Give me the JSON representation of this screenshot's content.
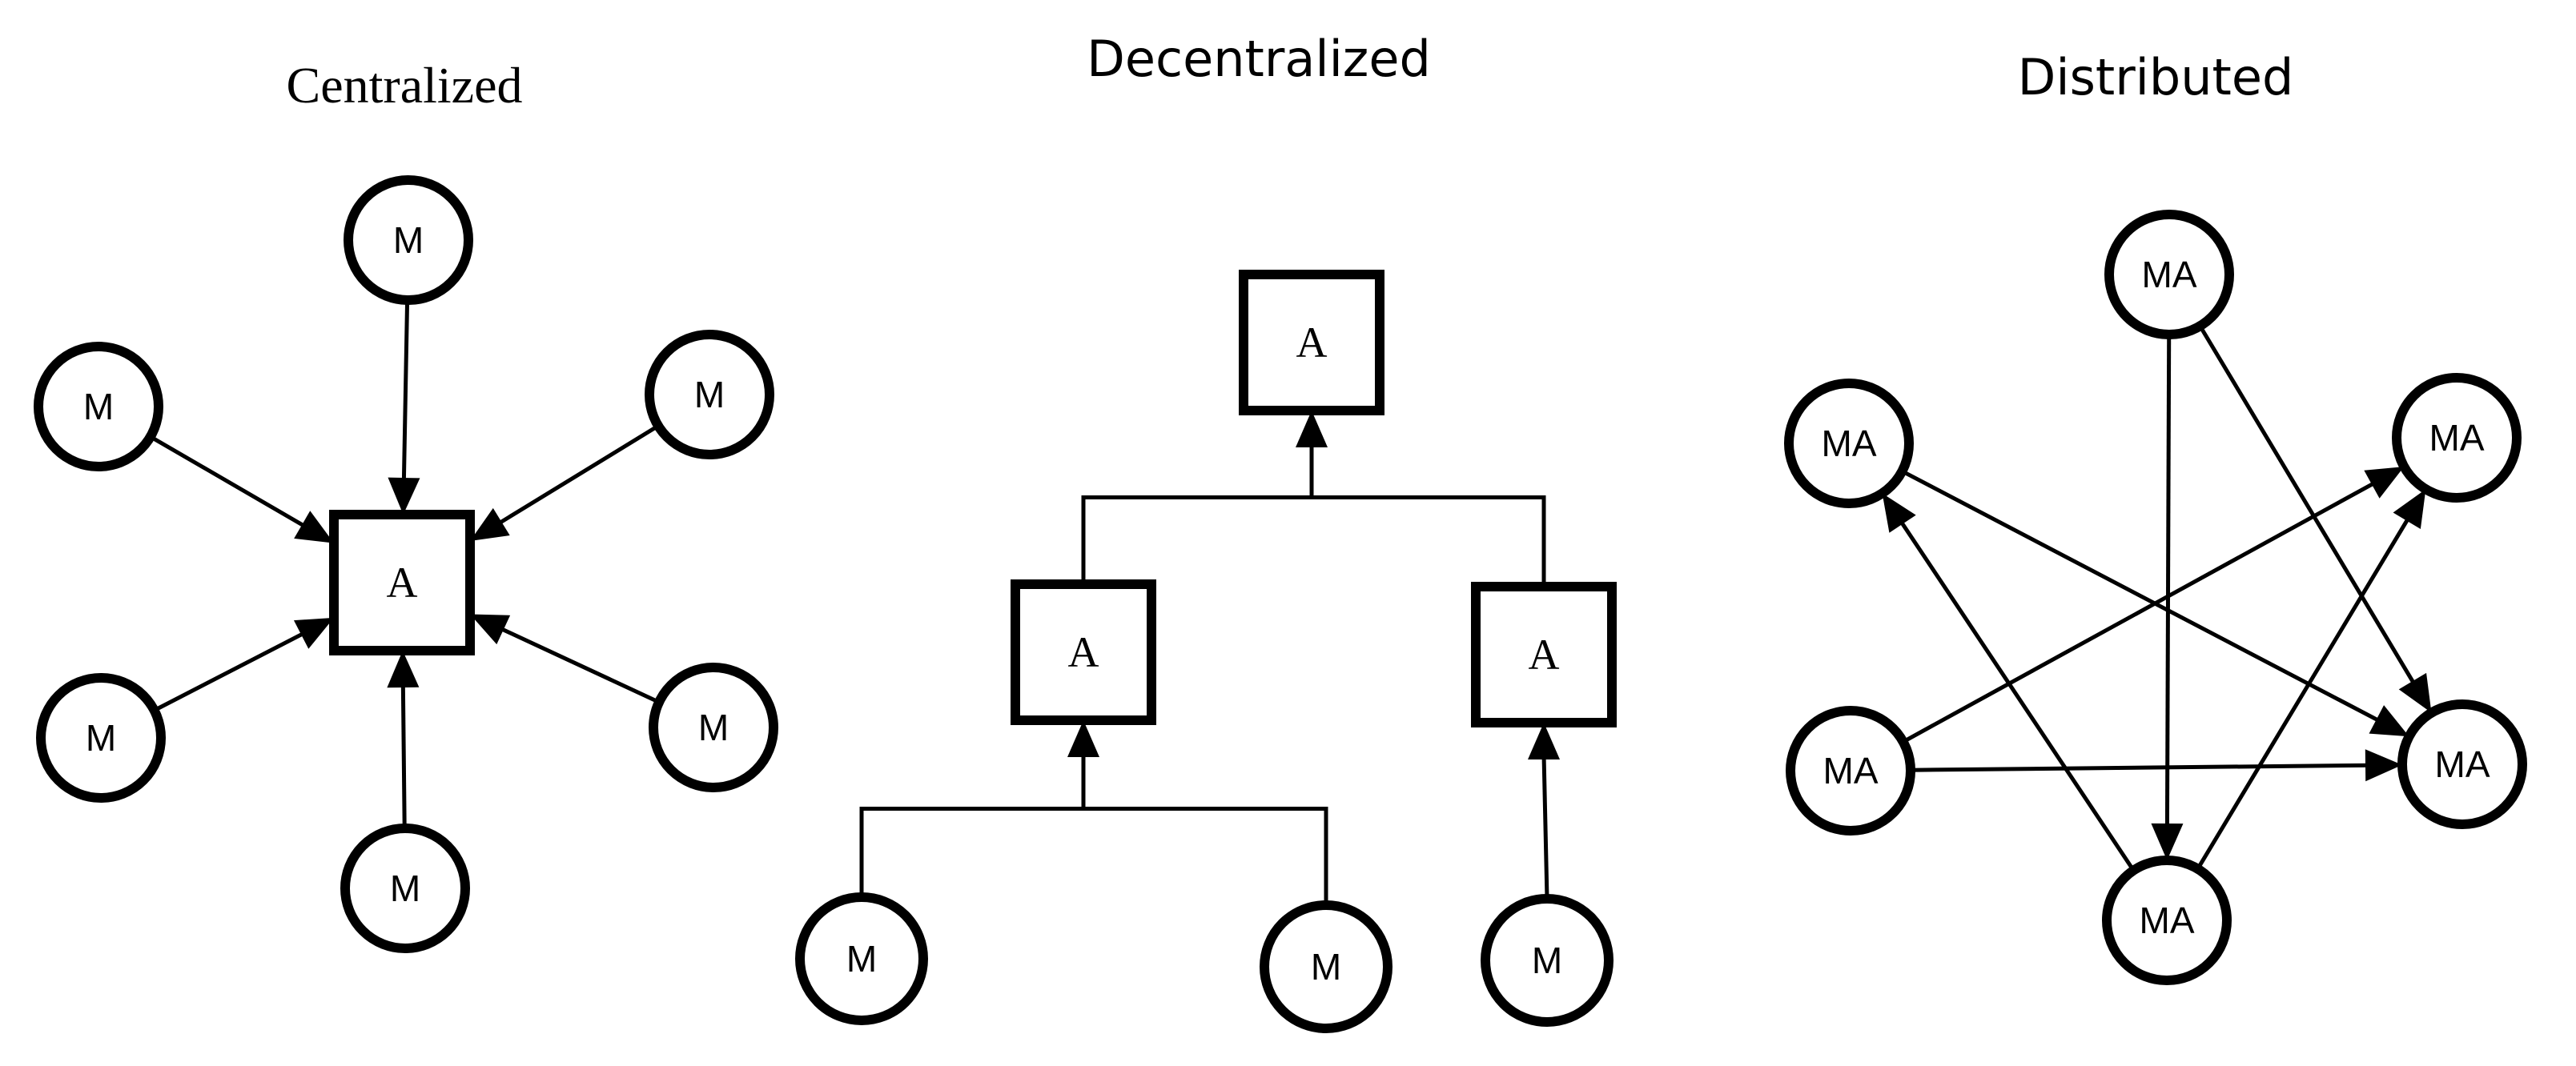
{
  "colors": {
    "stroke": "#000000",
    "background": "#ffffff"
  },
  "panels": [
    {
      "id": "centralized",
      "title": "Centralized",
      "title_style": "serif",
      "nodes": [
        {
          "id": "c_a",
          "shape": "box",
          "label": "A",
          "label_style": "serif"
        },
        {
          "id": "c_m1",
          "shape": "circle",
          "label": "M"
        },
        {
          "id": "c_m2",
          "shape": "circle",
          "label": "M"
        },
        {
          "id": "c_m3",
          "shape": "circle",
          "label": "M"
        },
        {
          "id": "c_m4",
          "shape": "circle",
          "label": "M"
        },
        {
          "id": "c_m5",
          "shape": "circle",
          "label": "M"
        },
        {
          "id": "c_m6",
          "shape": "circle",
          "label": "M"
        }
      ],
      "edges": [
        {
          "from": "c_m1",
          "to": "c_a"
        },
        {
          "from": "c_m2",
          "to": "c_a"
        },
        {
          "from": "c_m3",
          "to": "c_a"
        },
        {
          "from": "c_m4",
          "to": "c_a"
        },
        {
          "from": "c_m5",
          "to": "c_a"
        },
        {
          "from": "c_m6",
          "to": "c_a"
        }
      ]
    },
    {
      "id": "decentralized",
      "title": "Decentralized",
      "title_style": "sans",
      "nodes": [
        {
          "id": "d_top",
          "shape": "box",
          "label": "A",
          "label_style": "serif"
        },
        {
          "id": "d_left",
          "shape": "box",
          "label": "A",
          "label_style": "serif"
        },
        {
          "id": "d_right",
          "shape": "box",
          "label": "A",
          "label_style": "serif"
        },
        {
          "id": "d_m1",
          "shape": "circle",
          "label": "M"
        },
        {
          "id": "d_m2",
          "shape": "circle",
          "label": "M"
        },
        {
          "id": "d_m3",
          "shape": "circle",
          "label": "M"
        }
      ],
      "edges": [
        {
          "from": [
            "d_left",
            "d_right"
          ],
          "to": "d_top"
        },
        {
          "from": [
            "d_m1",
            "d_m2"
          ],
          "to": "d_left"
        },
        {
          "from": [
            "d_m3"
          ],
          "to": "d_right"
        }
      ]
    },
    {
      "id": "distributed",
      "title": "Distributed",
      "title_style": "sans",
      "nodes": [
        {
          "id": "x_top",
          "shape": "circle",
          "label": "MA"
        },
        {
          "id": "x_ul",
          "shape": "circle",
          "label": "MA"
        },
        {
          "id": "x_ur",
          "shape": "circle",
          "label": "MA"
        },
        {
          "id": "x_ll",
          "shape": "circle",
          "label": "MA"
        },
        {
          "id": "x_lr",
          "shape": "circle",
          "label": "MA"
        },
        {
          "id": "x_bot",
          "shape": "circle",
          "label": "MA"
        }
      ],
      "edges": [
        {
          "from": "x_top",
          "to": "x_bot"
        },
        {
          "from": "x_top",
          "to": "x_lr"
        },
        {
          "from": "x_ll",
          "to": "x_ur"
        },
        {
          "from": "x_ll",
          "to": "x_lr"
        },
        {
          "from": "x_bot",
          "to": "x_ul"
        },
        {
          "from": "x_ul",
          "to": "x_lr"
        },
        {
          "from": "x_bot",
          "to": "x_ur"
        }
      ]
    }
  ]
}
